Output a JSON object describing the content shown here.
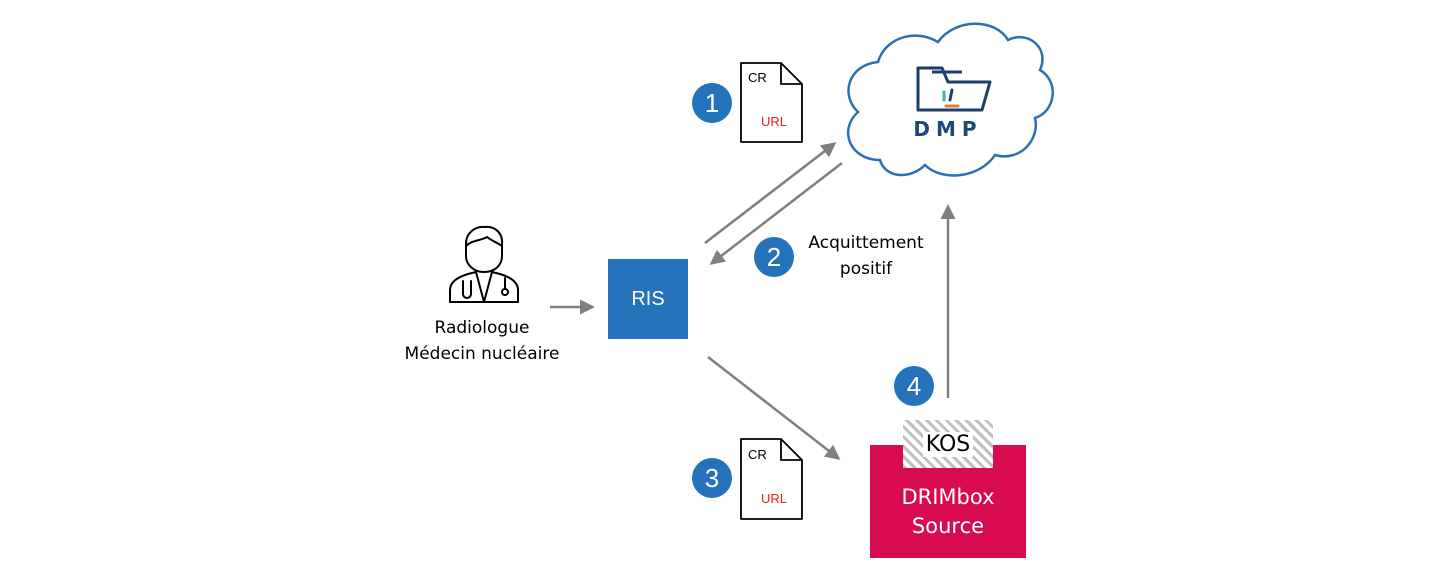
{
  "actor": {
    "line1": "Radiologue",
    "line2": "Médecin nucléaire"
  },
  "ris": {
    "label": "RIS"
  },
  "dmp": {
    "label": "DMP"
  },
  "steps": {
    "one": "1",
    "two": "2",
    "three": "3",
    "four": "4"
  },
  "ack": {
    "line1": "Acquittement",
    "line2": "positif"
  },
  "doc1": {
    "top": "CR",
    "bottom": "URL"
  },
  "doc2": {
    "top": "CR",
    "bottom": "URL"
  },
  "drimbox": {
    "line1": "DRIMbox",
    "line2": "Source"
  },
  "kos": {
    "label": "KOS"
  },
  "colors": {
    "blue": "#2472b9",
    "magenta": "#d80b50",
    "arrow": "#7f7f7f",
    "url_red": "#e0201b"
  }
}
